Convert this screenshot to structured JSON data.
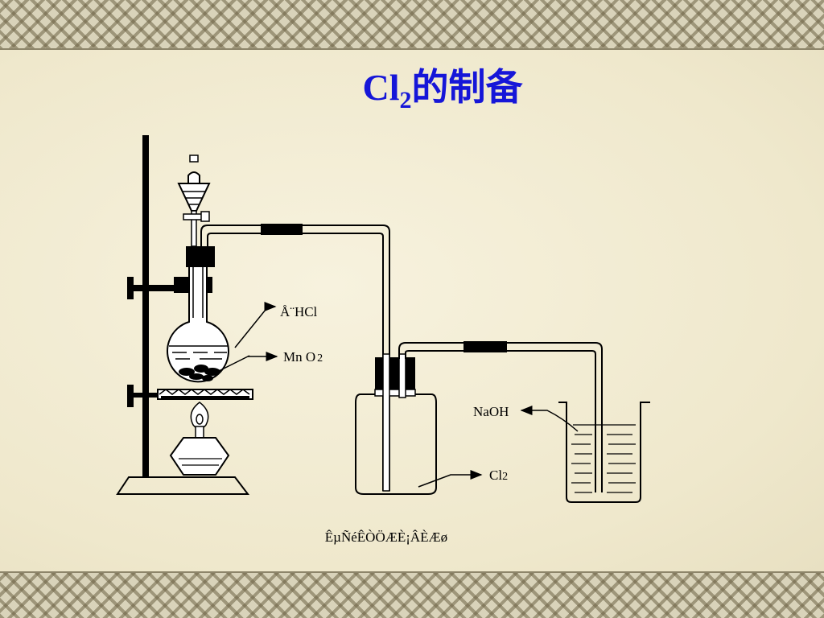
{
  "slide": {
    "title_main": "Cl",
    "title_sub": "2",
    "title_chinese": "的制备",
    "caption": "ÊµÑéÊÒÖÆÈ¡ÂÈÆø"
  },
  "labels": {
    "hcl": "Å¨HCl",
    "mno2_main": "Mn O",
    "mno2_sub": "2",
    "naoh": "NaOH",
    "cl2_main": "Cl",
    "cl2_sub": "2"
  }
}
